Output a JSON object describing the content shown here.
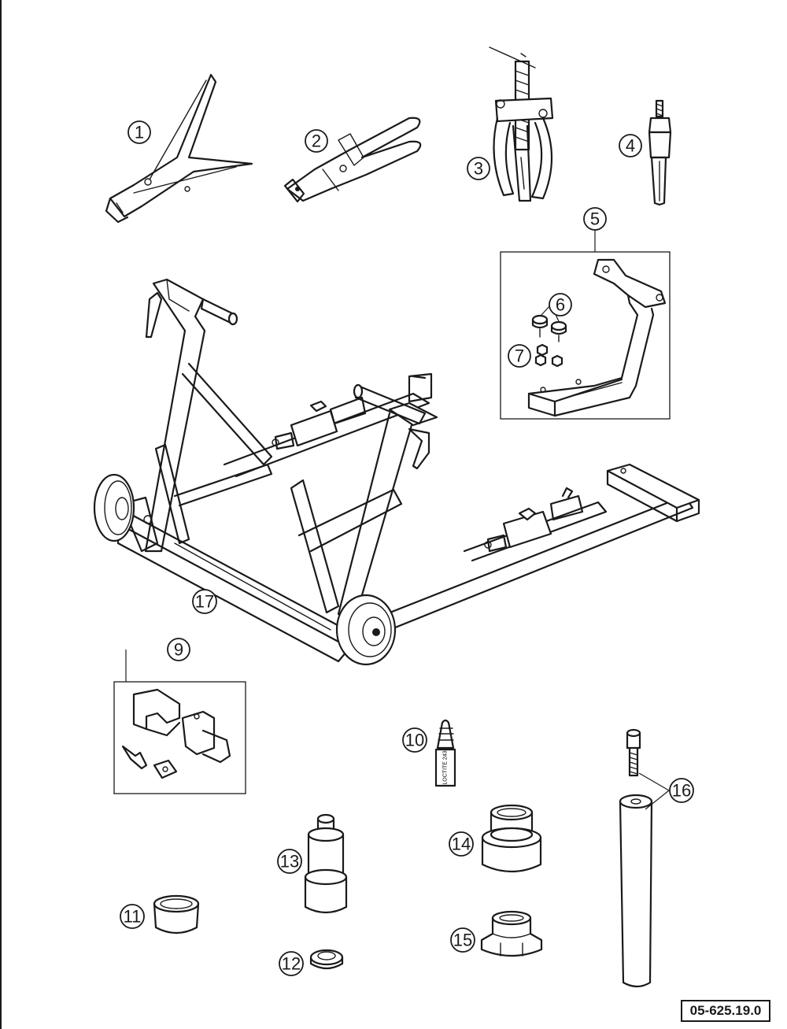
{
  "callouts": [
    {
      "id": "1",
      "label": "1"
    },
    {
      "id": "2",
      "label": "2"
    },
    {
      "id": "3",
      "label": "3"
    },
    {
      "id": "4",
      "label": "4"
    },
    {
      "id": "5",
      "label": "5"
    },
    {
      "id": "6",
      "label": "6"
    },
    {
      "id": "7",
      "label": "7"
    },
    {
      "id": "9",
      "label": "9"
    },
    {
      "id": "10",
      "label": "10"
    },
    {
      "id": "11",
      "label": "11"
    },
    {
      "id": "12",
      "label": "12"
    },
    {
      "id": "13",
      "label": "13"
    },
    {
      "id": "14",
      "label": "14"
    },
    {
      "id": "15",
      "label": "15"
    },
    {
      "id": "16",
      "label": "16"
    },
    {
      "id": "17",
      "label": "17"
    }
  ],
  "tube_label": "LOCTITE 243",
  "drawing_number": "05-625.19.0",
  "colors": {
    "line": "#1a1a1a",
    "background": "#ffffff"
  }
}
